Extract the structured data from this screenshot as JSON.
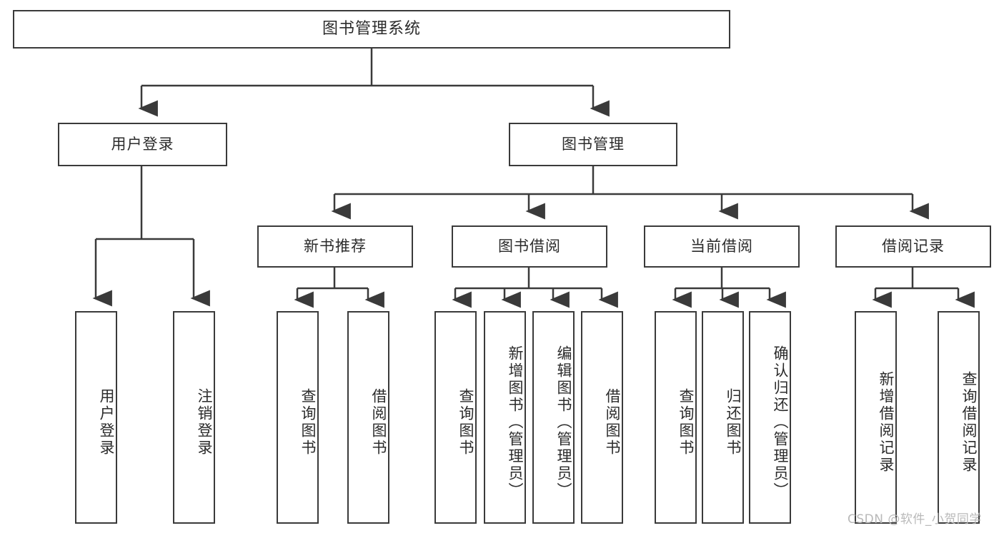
{
  "diagram": {
    "type": "tree-flowchart",
    "title": "图书管理系统",
    "root": {
      "label": "图书管理系统"
    },
    "level2": [
      {
        "id": "user-login",
        "label": "用户登录"
      },
      {
        "id": "book-management",
        "label": "图书管理"
      }
    ],
    "level3": [
      {
        "id": "new-book-recommend",
        "label": "新书推荐",
        "parent": "book-management"
      },
      {
        "id": "book-borrow",
        "label": "图书借阅",
        "parent": "book-management"
      },
      {
        "id": "current-borrow",
        "label": "当前借阅",
        "parent": "book-management"
      },
      {
        "id": "borrow-record",
        "label": "借阅记录",
        "parent": "book-management"
      }
    ],
    "leaves": {
      "user_login": [
        {
          "id": "leaf-user-login",
          "label": "用户登录"
        },
        {
          "id": "leaf-logout-login",
          "label": "注销登录"
        }
      ],
      "new_book_recommend": [
        {
          "id": "leaf-query-book-1",
          "label": "查询图书"
        },
        {
          "id": "leaf-borrow-book-1",
          "label": "借阅图书"
        }
      ],
      "book_borrow": [
        {
          "id": "leaf-query-book-2",
          "label": "查询图书"
        },
        {
          "id": "leaf-add-book",
          "label": "新增图书（管理员）"
        },
        {
          "id": "leaf-edit-book",
          "label": "编辑图书（管理员）"
        },
        {
          "id": "leaf-borrow-book-2",
          "label": "借阅图书"
        }
      ],
      "current_borrow": [
        {
          "id": "leaf-query-book-3",
          "label": "查询图书"
        },
        {
          "id": "leaf-return-book",
          "label": "归还图书"
        },
        {
          "id": "leaf-confirm-return",
          "label": "确认归还（管理员）"
        }
      ],
      "borrow_record": [
        {
          "id": "leaf-add-record",
          "label": "新增借阅记录"
        },
        {
          "id": "leaf-query-record",
          "label": "查询借阅记录"
        }
      ]
    },
    "colors": {
      "stroke": "#3a3a3a",
      "fill": "#ffffff",
      "text": "#2b2b2b",
      "watermark": "#b9b9b9"
    }
  },
  "watermark": {
    "text": "CSDN @软件_小贺同学"
  }
}
